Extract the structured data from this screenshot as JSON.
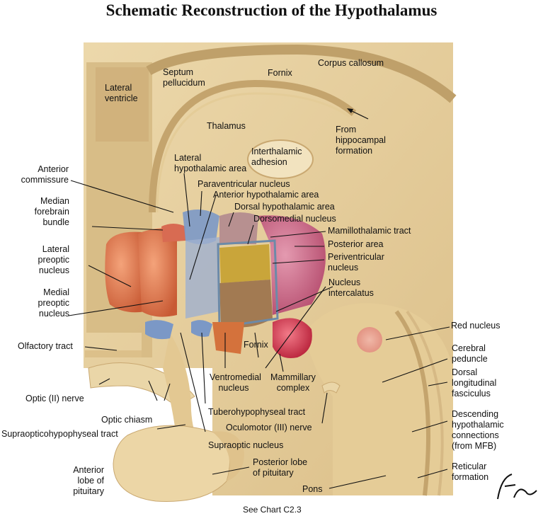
{
  "title": "Schematic Reconstruction of the Hypothalamus",
  "footer": "See Chart C2.3",
  "signature": "F. Netter M.D.",
  "colors": {
    "tissue": "#e8d2a2",
    "tissue_dark": "#c9a871",
    "preoptic": "#e07a4e",
    "blue_nuclei": "#7b98c6",
    "posterior_area": "#c8557a",
    "mammillary": "#d93a52",
    "dorsomedial": "#c9a53a",
    "red_nucleus": "#eaa090"
  },
  "labels": {
    "septum_pellucidum": "Septum\npellucidum",
    "fornix_top": "Fornix",
    "corpus_callosum": "Corpus callosum",
    "lateral_ventricle": "Lateral\nventricle",
    "thalamus": "Thalamus",
    "from_hippocampal": "From\nhippocampal\nformation",
    "interthalamic": "Interthalamic\nadhesion",
    "lateral_hypothalamic": "Lateral\nhypothalamic area",
    "anterior_commissure": "Anterior\ncommissure",
    "paraventricular": "Paraventricular nucleus",
    "anterior_hypothalamic": "Anterior hypothalamic area",
    "dorsal_hypothalamic": "Dorsal hypothalamic area",
    "median_forebrain": "Median\nforebrain\nbundle",
    "dorsomedial": "Dorsomedial nucleus",
    "mamillothalamic": "Mamillothalamic tract",
    "posterior_area": "Posterior area",
    "lateral_preoptic": "Lateral\npreoptic\nnucleus",
    "periventricular": "Periventricular\nnucleus",
    "medial_preoptic": "Medial\npreoptic\nnucleus",
    "nucleus_intercalatus": "Nucleus\nintercalatus",
    "red_nucleus": "Red nucleus",
    "olfactory_tract": "Olfactory tract",
    "cerebral_peduncle": "Cerebral\npeduncle",
    "fornix_bottom": "Fornix",
    "ventromedial": "Ventromedial\nnucleus",
    "mammillary": "Mammillary\ncomplex",
    "dorsal_longitudinal": "Dorsal\nlongitudinal\nfasciculus",
    "optic_nerve": "Optic (II) nerve",
    "tuberohypophyseal": "Tuberohypophyseal tract",
    "optic_chiasm": "Optic chiasm",
    "descending": "Descending\nhypothalamic\nconnections\n(from MFB)",
    "oculomotor": "Oculomotor (III) nerve",
    "supraopticohypophyseal": "Supraopticohypophyseal tract",
    "supraoptic": "Supraoptic nucleus",
    "posterior_lobe": "Posterior lobe\nof pituitary",
    "reticular": "Reticular\nformation",
    "anterior_lobe": "Anterior\nlobe of\npituitary",
    "pons": "Pons"
  }
}
